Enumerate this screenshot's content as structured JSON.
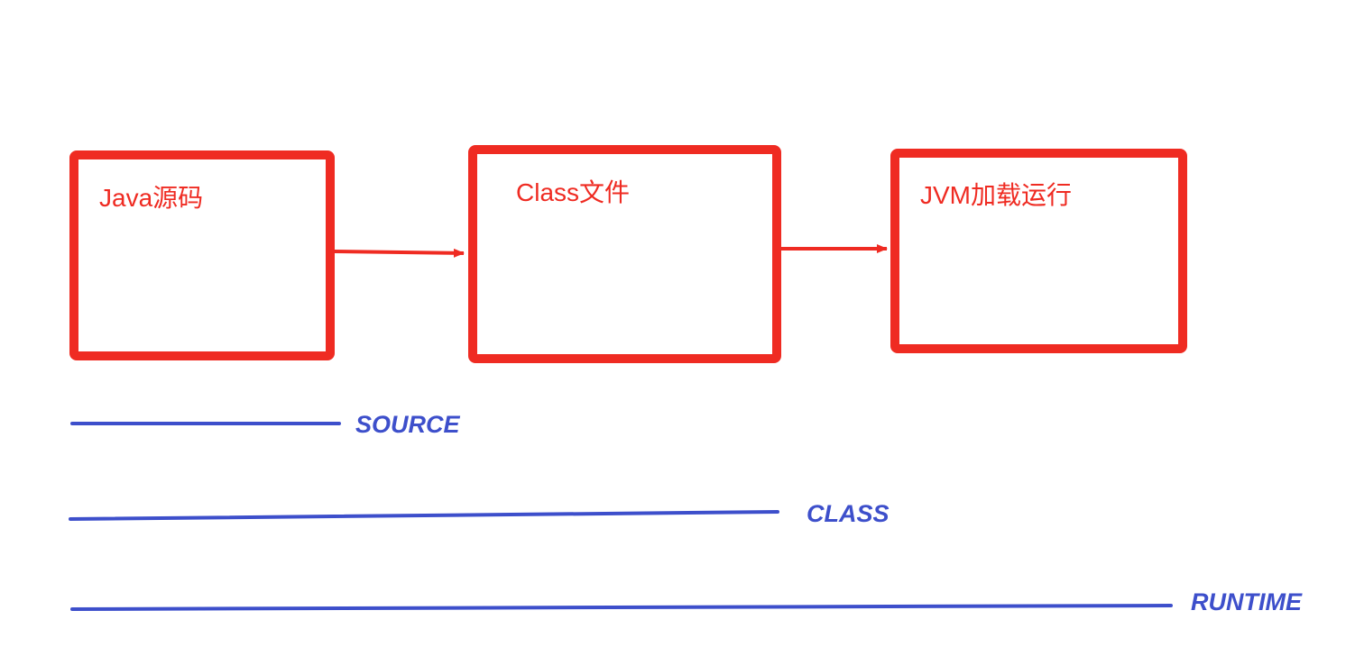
{
  "diagram": {
    "boxes": [
      {
        "id": "java-source",
        "label": "Java源码"
      },
      {
        "id": "class-file",
        "label": "Class文件"
      },
      {
        "id": "jvm-runtime",
        "label": "JVM加载运行"
      }
    ],
    "retention_levels": [
      {
        "id": "source",
        "label": "SOURCE"
      },
      {
        "id": "class",
        "label": "CLASS"
      },
      {
        "id": "runtime",
        "label": "RUNTIME"
      }
    ],
    "colors": {
      "box_stroke": "#ef2b22",
      "arrow": "#ef2b22",
      "retention_line": "#3d4fcb",
      "retention_text": "#3d4fcb",
      "background": "#ffffff"
    }
  }
}
